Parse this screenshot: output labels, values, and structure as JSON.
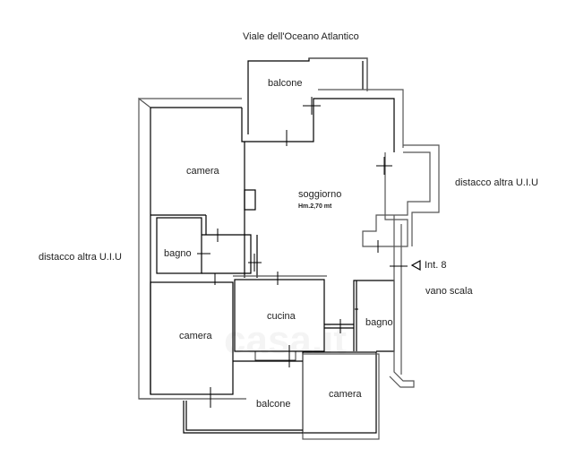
{
  "street": "Viale dell'Oceano Atlantico",
  "labels": {
    "distacco_right": "distacco altra U.I.U",
    "distacco_left": "distacco altra U.I.U",
    "int": "Int. 8",
    "vano_scala": "vano scala"
  },
  "rooms": {
    "balcone_top": "balcone",
    "camera_top_left": "camera",
    "soggiorno": "soggiorno",
    "soggiorno_height": "Hm.2,70 mt",
    "bagno_left": "bagno",
    "camera_bottom_left": "camera",
    "cucina": "cucina",
    "bagno_right": "bagno",
    "balcone_bottom": "balcone",
    "camera_bottom_right": "camera"
  },
  "watermark": "casa.it",
  "colors": {
    "wall": "#000000",
    "outer": "#555555"
  }
}
